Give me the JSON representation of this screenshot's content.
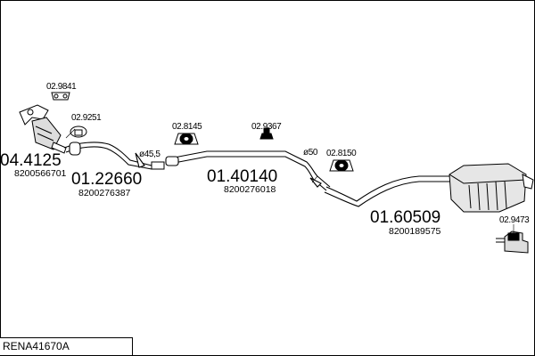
{
  "title": "RENA41670A",
  "parts": [
    {
      "number": "04.4125",
      "oem": "8200566701"
    },
    {
      "number": "01.22660",
      "oem": "8200276387"
    },
    {
      "number": "01.40140",
      "oem": "8200276018"
    },
    {
      "number": "01.60509",
      "oem": "8200189575"
    }
  ],
  "fittings": [
    {
      "code": "02.9841"
    },
    {
      "code": "02.9251"
    },
    {
      "code": "02.8145"
    },
    {
      "code": "02.9367"
    },
    {
      "code": "02.8150"
    },
    {
      "code": "02.9473"
    }
  ],
  "diameters": [
    "ø45,5",
    "ø50"
  ]
}
